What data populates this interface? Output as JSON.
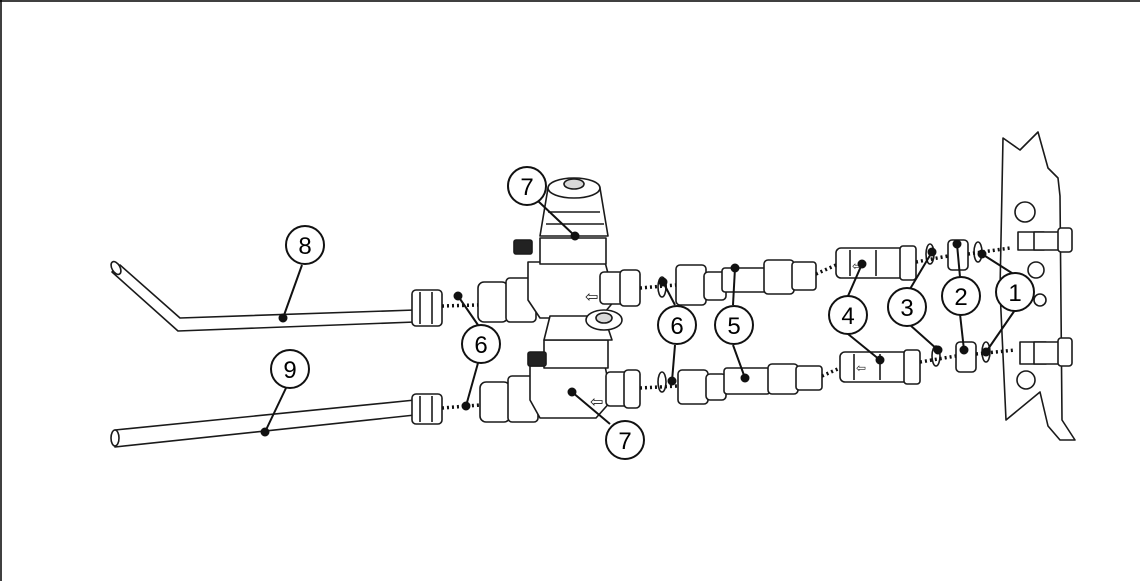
{
  "diagram": {
    "callouts": [
      {
        "id": "c7a",
        "label": "7"
      },
      {
        "id": "c8",
        "label": "8"
      },
      {
        "id": "c6a",
        "label": "6"
      },
      {
        "id": "c9",
        "label": "9"
      },
      {
        "id": "c6b",
        "label": "6"
      },
      {
        "id": "c5",
        "label": "5"
      },
      {
        "id": "c4",
        "label": "4"
      },
      {
        "id": "c3",
        "label": "3"
      },
      {
        "id": "c2",
        "label": "2"
      },
      {
        "id": "c1",
        "label": "1"
      },
      {
        "id": "c7b",
        "label": "7"
      }
    ],
    "reducer_arrow": "⇦",
    "check_arrow": "⇦"
  },
  "colors": {
    "line": "#1a1a1a",
    "fill": "#ffffff",
    "shade": "#d8d8d8",
    "border": "#000000"
  }
}
